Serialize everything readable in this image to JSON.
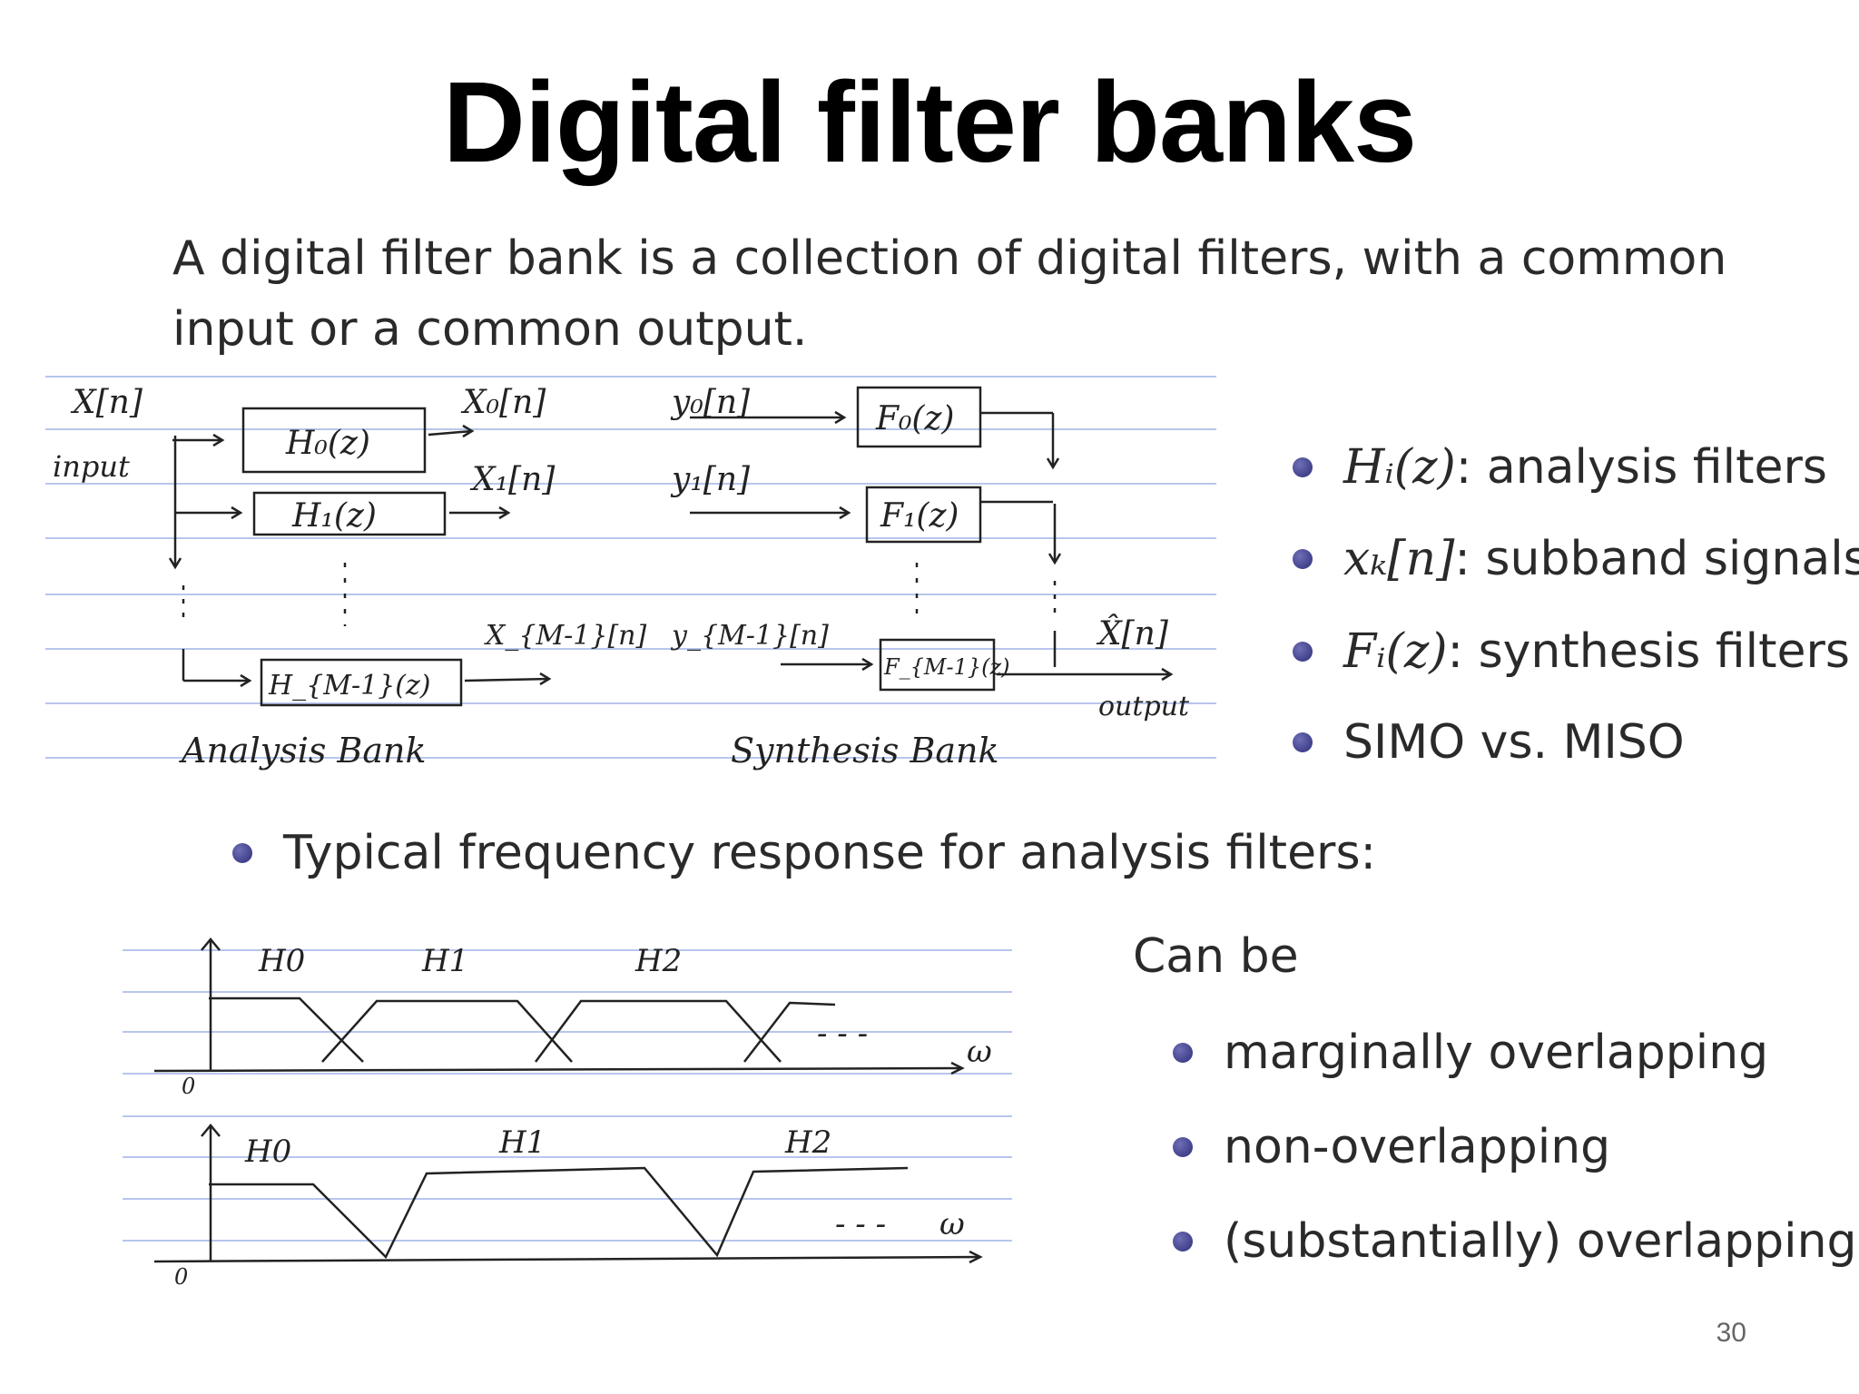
{
  "title": "Digital filter banks",
  "intro": "A digital filter bank is a collection of digital filters, with a common input or a common output.",
  "diagram": {
    "x_in": "X[n]",
    "input": "input",
    "h0": "H₀(z)",
    "h1": "H₁(z)",
    "hm1": "H_{M-1}(z)",
    "x0": "X₀[n]",
    "x1": "X₁[n]",
    "xm1": "X_{M-1}[n]",
    "y0": "y₀[n]",
    "y1": "y₁[n]",
    "ym1": "y_{M-1}[n]",
    "f0": "F₀(z)",
    "f1": "F₁(z)",
    "fm1": "F_{M-1}(z)",
    "x_hat": "X̂[n]",
    "output": "output",
    "analysis_bank": "Analysis Bank",
    "synthesis_bank": "Synthesis Bank"
  },
  "right_bullets": [
    {
      "math": "Hᵢ(z)",
      "text": ": analysis filters"
    },
    {
      "math": "xₖ[n]",
      "text": ": subband signals"
    },
    {
      "math": "Fᵢ(z)",
      "text": ": synthesis filters"
    },
    {
      "math": "",
      "text": "SIMO vs. MISO"
    }
  ],
  "freq_heading": "Typical frequency response for analysis filters:",
  "freq_plot1": {
    "h0": "H0",
    "h1": "H1",
    "h2": "H2",
    "dots": "- - -",
    "omega": "ω",
    "zero": "0"
  },
  "freq_plot2": {
    "h0": "H0",
    "h1": "H1",
    "h2": "H2",
    "dots": "- - -",
    "omega": "ω",
    "zero": "0"
  },
  "can_be": "Can be",
  "can_be_items": [
    "marginally overlapping",
    "non-overlapping",
    "(substantially) overlapping"
  ],
  "page_number": "30",
  "colors": {
    "bullet": "#2d2d7a",
    "ruled_line": "#b7c6ec",
    "ink": "#222222"
  }
}
